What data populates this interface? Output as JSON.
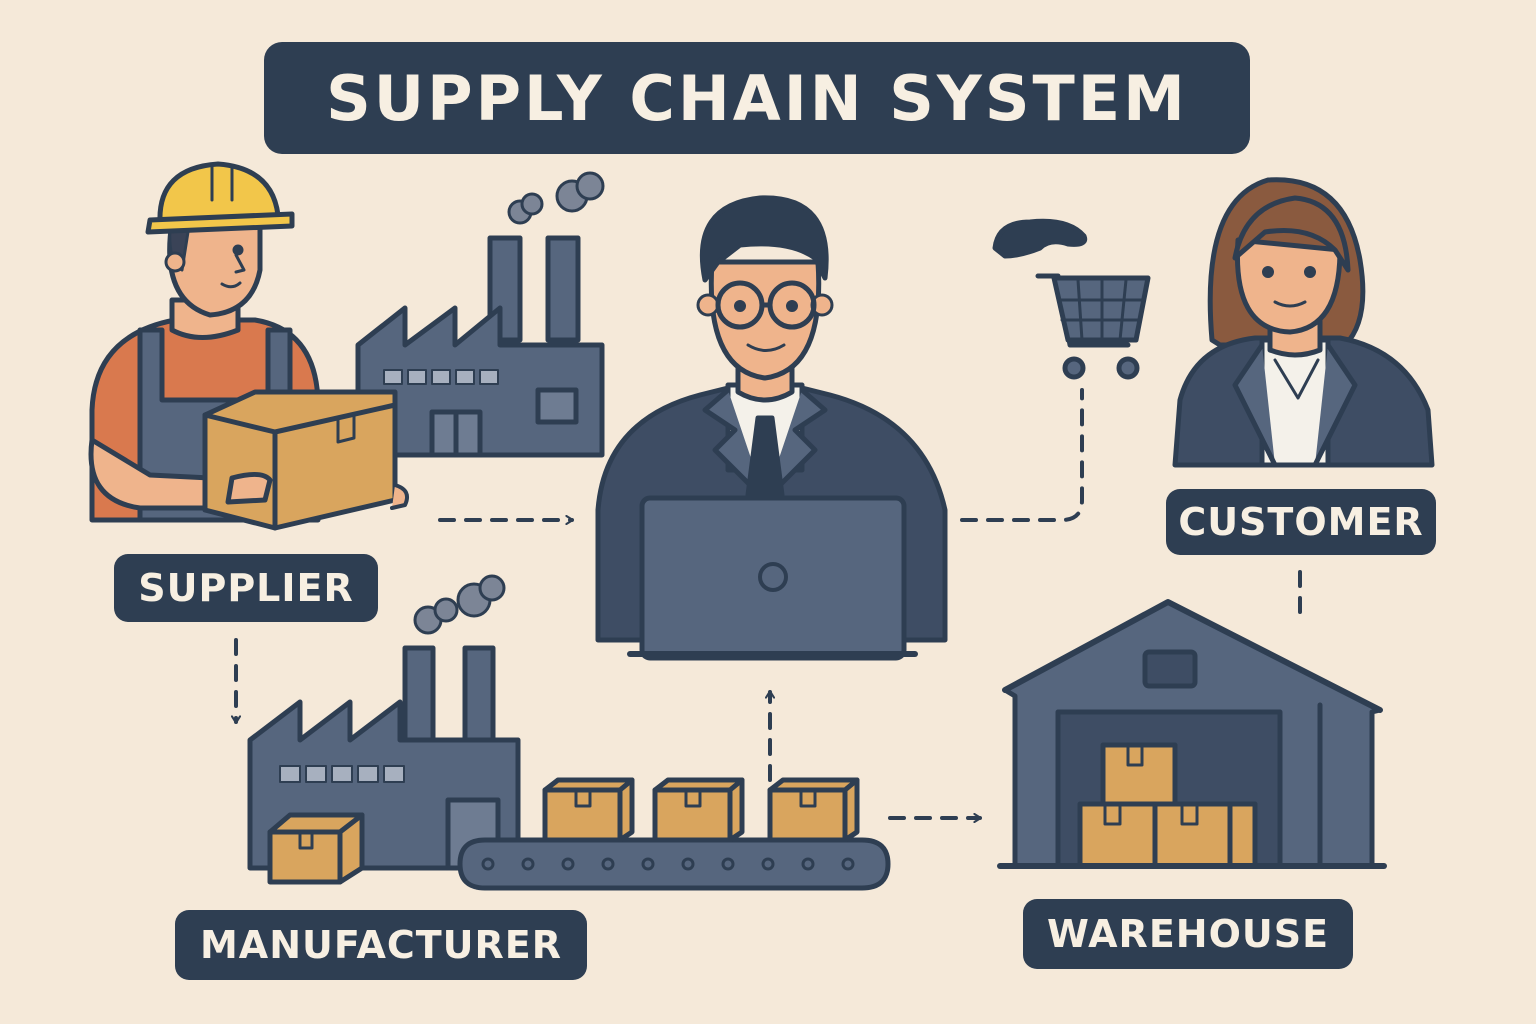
{
  "title": "SUPPLY CHAIN SYSTEM",
  "nodes": {
    "supplier": {
      "label": "SUPPLIER"
    },
    "manufacturer": {
      "label": "MANUFACTURER"
    },
    "warehouse": {
      "label": "WAREHOUSE"
    },
    "customer": {
      "label": "CUSTOMER"
    }
  },
  "colors": {
    "background": "#f5e9d9",
    "navy": "#2e3e52",
    "slate": "#56667e",
    "box": "#d9a55e",
    "skin": "#efb48c",
    "helmet": "#f2c64a",
    "shirt": "#d9794e",
    "hair_female": "#8a5a3f"
  },
  "icons": [
    "worker-icon",
    "factory-icon",
    "manager-icon",
    "laptop-icon",
    "shopping-cart-icon",
    "customer-icon",
    "warehouse-icon",
    "conveyor-icon",
    "cardboard-box-icon"
  ]
}
